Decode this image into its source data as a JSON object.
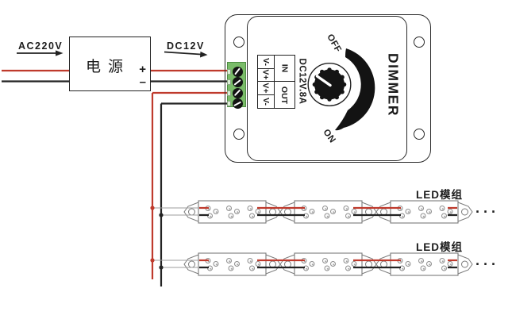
{
  "labels": {
    "ac_input": "AC220V",
    "dc_link": "DC12V",
    "led_row_1": "LED模组",
    "led_row_2": "LED模组",
    "ellipsis_1": "···",
    "ellipsis_2": "···"
  },
  "power_supply": {
    "name": "电源",
    "positive": "+",
    "negative": "–"
  },
  "dimmer": {
    "brand": "DIMMER",
    "rating": "DC12V.8A",
    "off_label": "OFF",
    "on_label": "ON",
    "terminal_table": {
      "in_label": "IN",
      "out_label": "OUT",
      "in_cells": [
        "V-",
        "V+"
      ],
      "out_cells": [
        "V+",
        "V-"
      ]
    }
  },
  "colors": {
    "positive_wire": "#bf3a2c",
    "negative_wire": "#242424",
    "terminal_block_green": "#7abc69"
  }
}
